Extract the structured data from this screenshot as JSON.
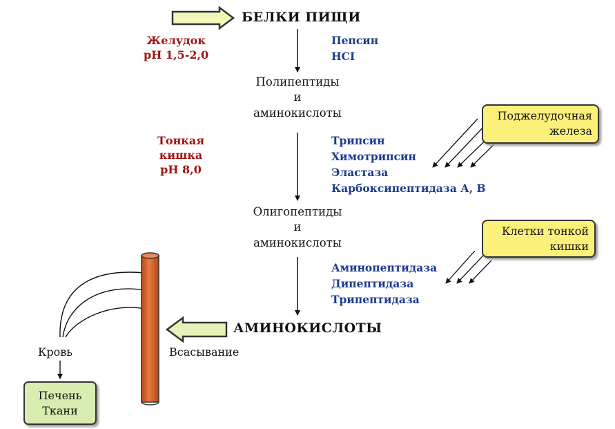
{
  "title_top": "БЕЛКИ ПИЩИ",
  "stomach": {
    "line1": "Желудок",
    "line2": "pH 1,5-2,0"
  },
  "stomach_enzymes": [
    "Пепсин",
    "HCI"
  ],
  "polypeptides": {
    "line1": "Полипептиды",
    "line2": "и",
    "line3": "аминокислоты"
  },
  "small_intestine": {
    "line1": "Тонкая",
    "line2": "кишка",
    "line3": "pH 8,0"
  },
  "pancreas_enzymes": [
    "Трипсин",
    "Химотрипсин",
    "Эластаза",
    "Карбоксипептидаза А, В"
  ],
  "pancreas_box": {
    "line1": "Поджелудочная",
    "line2": "железа"
  },
  "oligopeptides": {
    "line1": "Олигопептиды",
    "line2": "и",
    "line3": "аминокислоты"
  },
  "intestine_cells_box": {
    "line1": "Клетки тонкой",
    "line2": "кишки"
  },
  "intestine_enzymes": [
    "Аминопептидаза",
    "Дипептидаза",
    "Трипептидаза"
  ],
  "amino_acids": "АМИНОКИСЛОТЫ",
  "absorption": "Всасывание",
  "blood": "Кровь",
  "target_box": {
    "line1": "Печень",
    "line2": "Ткани"
  },
  "colors": {
    "condition": "#a01414",
    "enzyme": "#1b3b8f",
    "yellow_box": "#fbf17a",
    "green_arrow": "#e6f3b8",
    "vessel": "#d4622a",
    "green_box": "#d9edb0"
  }
}
